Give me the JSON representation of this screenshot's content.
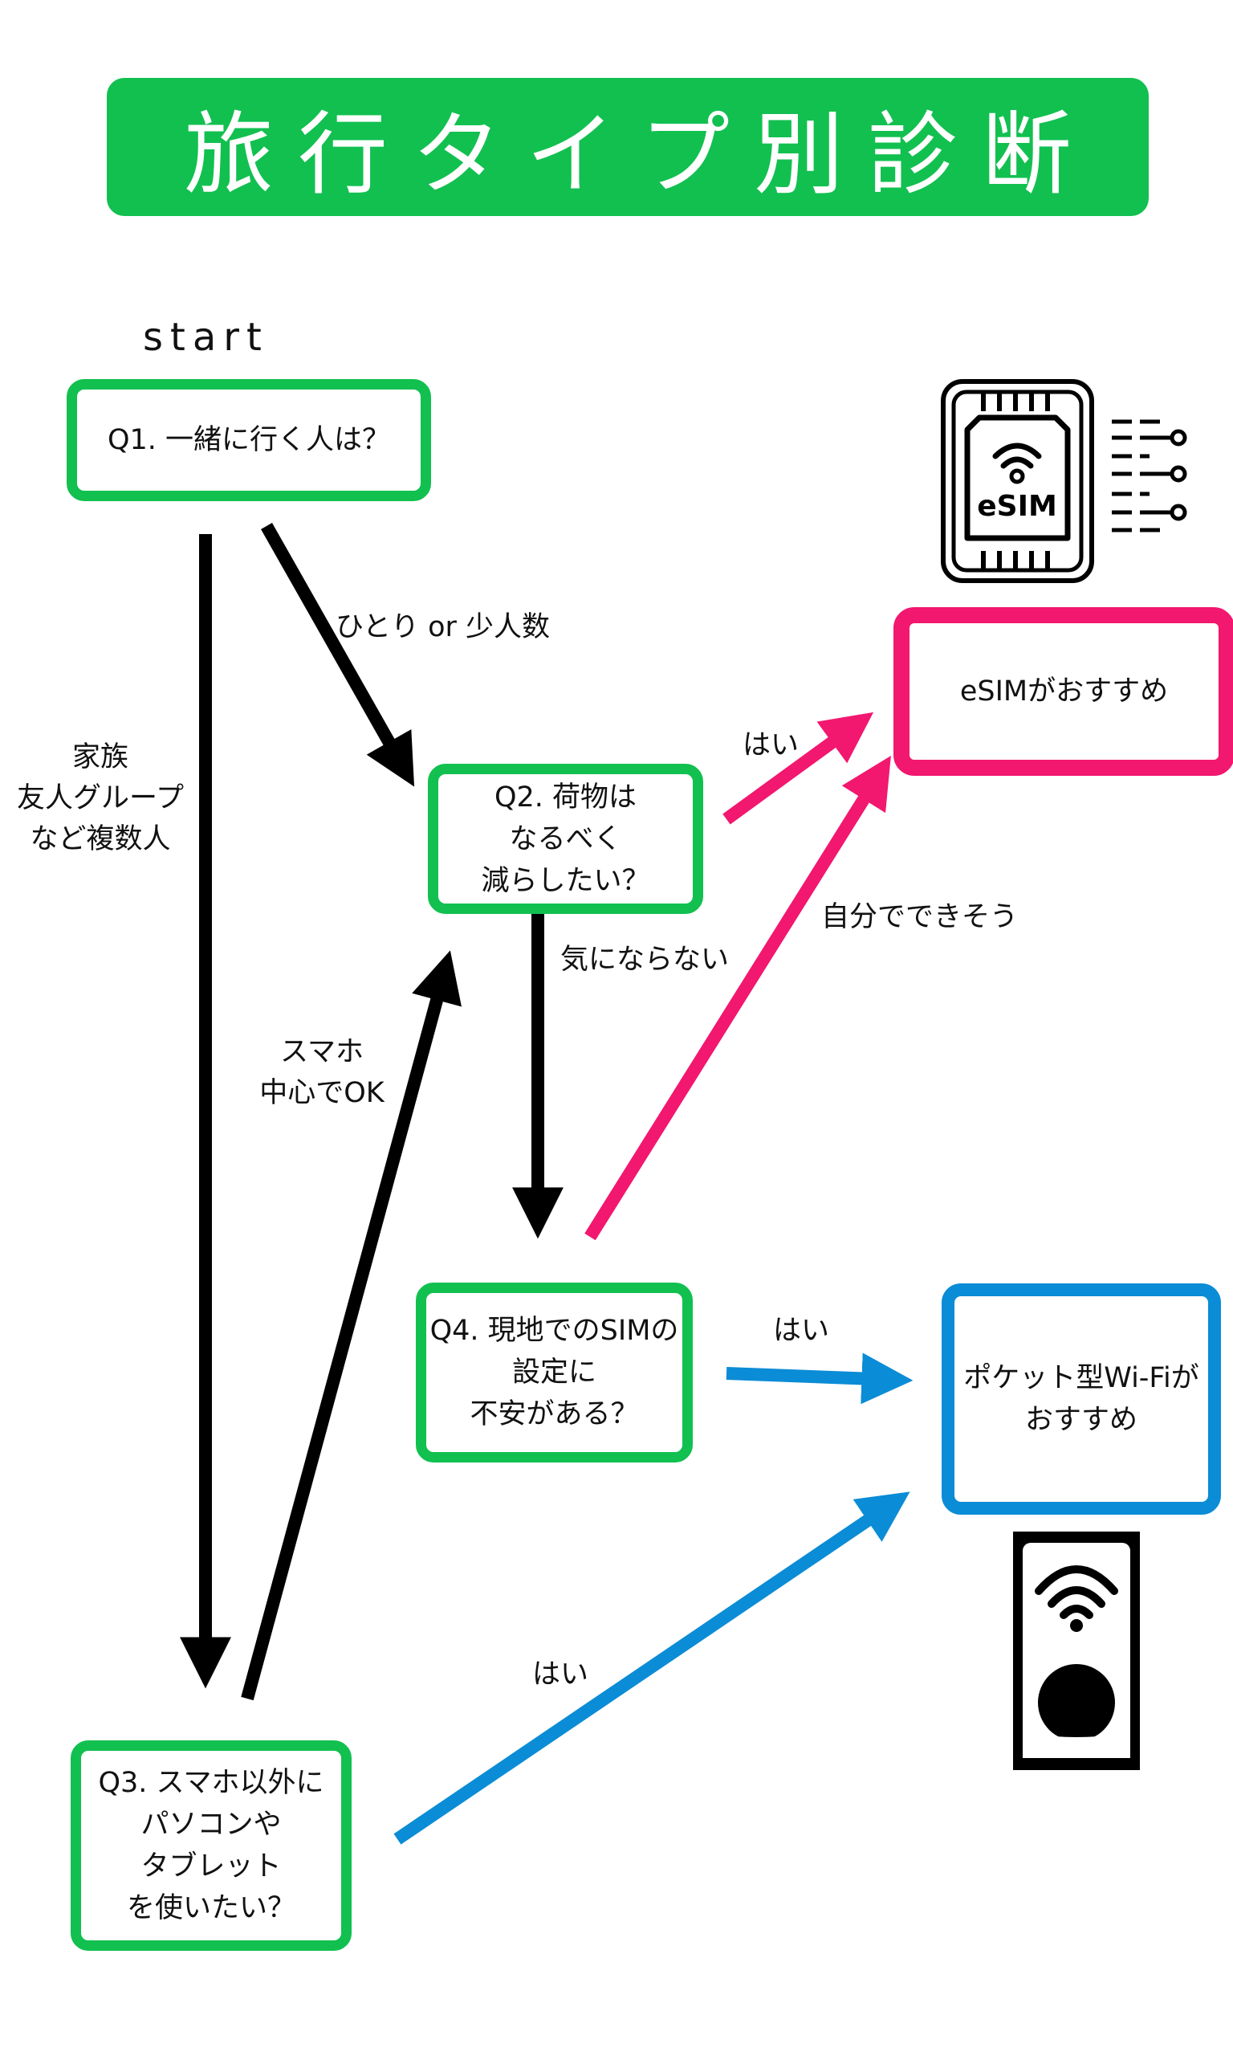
{
  "title": "旅行タイプ別診断",
  "start_label": "start",
  "nodes": {
    "q1": "Q1. 一緒に行く人は？",
    "q2": "Q2. 荷物は\nなるべく\n減らしたい？",
    "q3": "Q3. スマホ以外に\nパソコンや\nタブレット\nを使いたい？",
    "q4": "Q4. 現地でのSIMの\n設定に\n不安がある？",
    "esim": "eSIMがおすすめ",
    "wifi": "ポケット型Wi-Fiが\nおすすめ"
  },
  "edge_labels": {
    "q1_q2": "ひとり or 少人数",
    "q1_q3": "家族\n友人グループ\nなど複数人",
    "q2_esim": "はい",
    "q2_q4": "気にならない",
    "q3_q2": "スマホ\n中心でOK",
    "q4_esim": "自分でできそう",
    "q4_wifi": "はい",
    "q3_wifi": "はい"
  },
  "icons": {
    "esim_icon_text": "eSIM",
    "esim_icon": "esim-chip-icon",
    "wifi_device_icon": "pocket-wifi-icon"
  },
  "colors": {
    "green": "#12c050",
    "pink": "#f2176f",
    "blue": "#0b8cd6",
    "black": "#000000"
  }
}
